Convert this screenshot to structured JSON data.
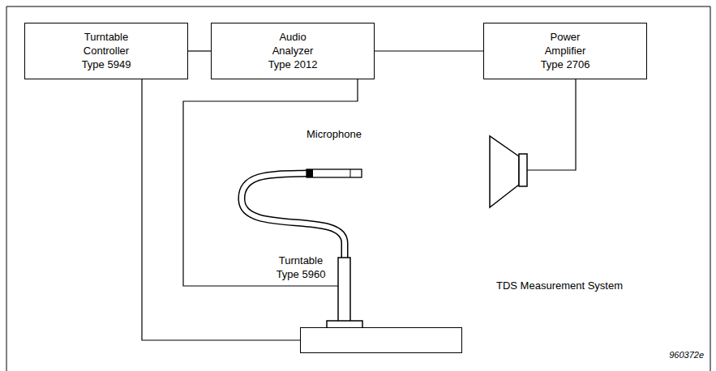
{
  "diagram": {
    "nodes": [
      {
        "text": [
          "Turntable",
          "Controller",
          "Type 5949"
        ]
      },
      {
        "text": [
          "Audio",
          "Analyzer",
          "Type 2012"
        ]
      },
      {
        "text": [
          "Power",
          "Amplifier",
          "Type 2706"
        ]
      },
      {
        "text": [
          "Turntable Type 5960"
        ]
      }
    ],
    "edges": [
      {
        "from": 0,
        "to": 1,
        "arrow": "none"
      },
      {
        "from": 1,
        "to": 2,
        "arrow": "none"
      },
      {
        "from": 0,
        "to": 3,
        "arrow": "none"
      },
      {
        "from": 1,
        "to": 3,
        "arrow": "none"
      }
    ],
    "labels": [
      "Microphone",
      "TDS Measurement System",
      "960372e"
    ]
  }
}
